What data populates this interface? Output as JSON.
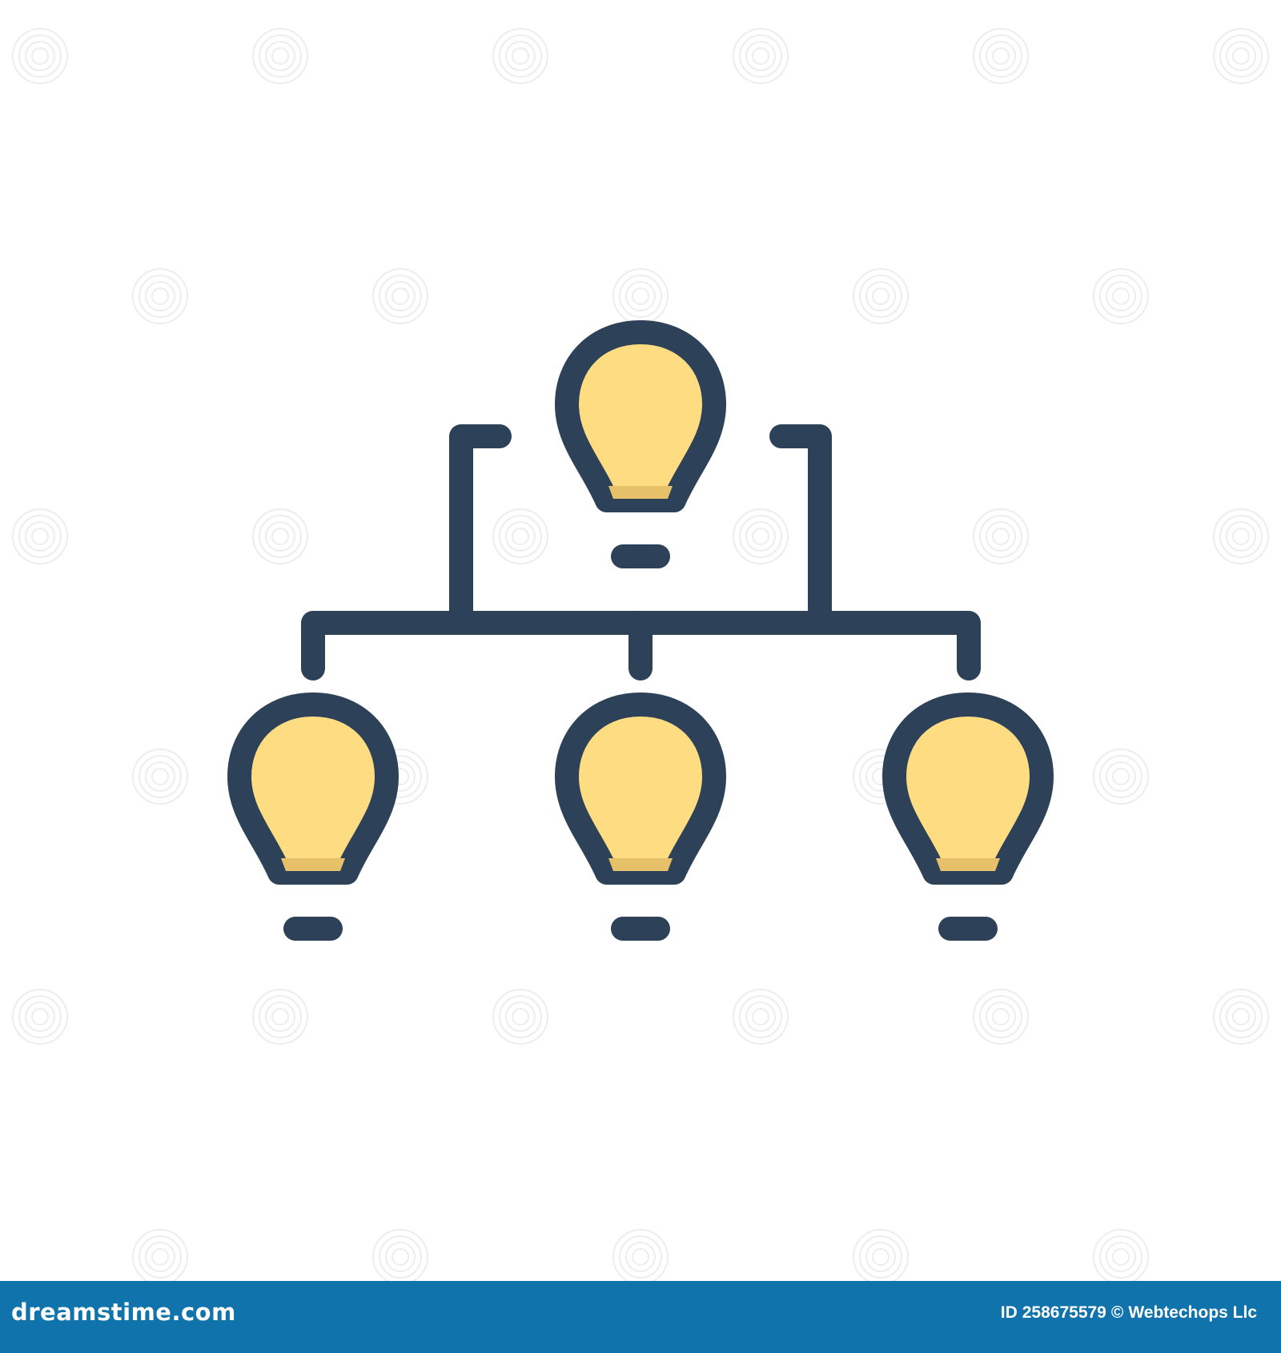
{
  "colors": {
    "background": "#ffffff",
    "outline": "#2d4258",
    "bulb_fill": "#fedd82",
    "bulb_shade": "#e7c06a",
    "watermark": "#c9cdd2",
    "footer_bg": "#1173ab",
    "footer_text": "#ffffff"
  },
  "icon": {
    "name": "idea-hierarchy-icon",
    "bulbs": [
      {
        "id": "top"
      },
      {
        "id": "left"
      },
      {
        "id": "middle"
      },
      {
        "id": "right"
      }
    ]
  },
  "footer": {
    "brand": "dreamstime.com",
    "id_label": "ID",
    "id_value": "258675579",
    "copyright_symbol": "©",
    "author": "Webtechops Llc"
  }
}
